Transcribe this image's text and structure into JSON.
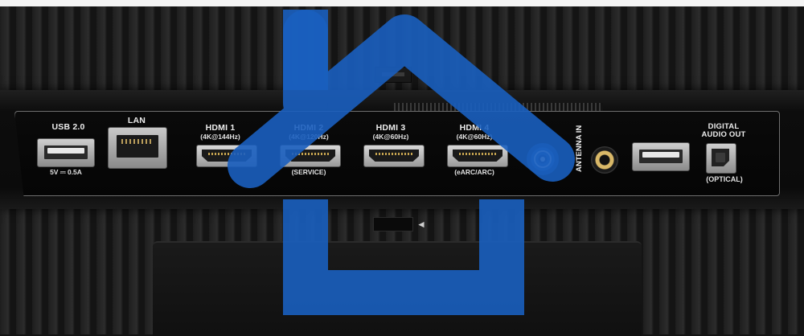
{
  "ports": {
    "usb1": {
      "label": "USB 2.0",
      "rating": "5V ⎓ 0.5A"
    },
    "lan": {
      "label": "LAN"
    },
    "hdmi1": {
      "label": "HDMI 1",
      "spec": "(4K@144Hz)"
    },
    "hdmi2": {
      "label": "HDMI 2",
      "spec": "(4K@120Hz)",
      "note": "(SERVICE)"
    },
    "hdmi3": {
      "label": "HDMI 3",
      "spec": "(4K@60Hz)"
    },
    "hdmi4": {
      "label": "HDMI 4",
      "spec": "(4K@60Hz)",
      "note": "(eARC/ARC)"
    },
    "antenna": {
      "label": "ANTENNA IN"
    },
    "optical": {
      "label_line1": "DIGITAL",
      "label_line2": "AUDIO OUT",
      "note": "(OPTICAL)"
    }
  },
  "overlay": {
    "icon": "home-icon",
    "color": "#1a5fbf"
  }
}
